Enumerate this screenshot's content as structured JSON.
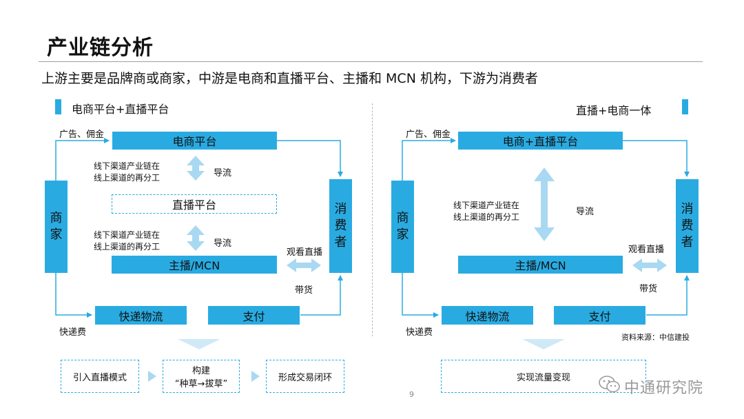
{
  "page": {
    "title": "产业链分析",
    "subtitle": "上游主要是品牌商或商家，中游是电商和直播平台、主播和 MCN 机构，下游为消费者",
    "page_number": "9",
    "source_note": "资料来源：中信建投",
    "watermark": "中通研究院"
  },
  "colors": {
    "accent": "#29abe2",
    "box_blue": "#29abe2",
    "arrow_light": "#a9d8f2",
    "line": "#29abe2"
  },
  "left": {
    "section_title": "电商平台+直播平台",
    "merchant": [
      "商",
      "家"
    ],
    "consumer": [
      "消",
      "费",
      "者"
    ],
    "ecommerce": "电商平台",
    "live_platform": "直播平台",
    "anchor": "主播/MCN",
    "express": "快递物流",
    "payment": "支付",
    "ad_label": "广告、佣金",
    "express_fee": "快递费",
    "note1": [
      "线下渠道产业链在",
      "线上渠道的再分工"
    ],
    "note2": [
      "线下渠道产业链在",
      "线上渠道的再分工"
    ],
    "guide1": "导流",
    "guide2": "导流",
    "watch": "观看直播",
    "sell": "带货",
    "steps": [
      {
        "lines": [
          "引入直播模式"
        ]
      },
      {
        "lines": [
          "构建",
          "“种草→拔草”"
        ]
      },
      {
        "lines": [
          "形成交易闭环"
        ]
      }
    ]
  },
  "right": {
    "section_title": "直播+电商一体",
    "merchant": [
      "商",
      "家"
    ],
    "consumer": [
      "消",
      "费",
      "者"
    ],
    "ecommerce": "电商+直播平台",
    "anchor": "主播/MCN",
    "express": "快递物流",
    "payment": "支付",
    "ad_label": "广告、佣金",
    "express_fee": "快递费",
    "note": [
      "线下渠道产业链在",
      "线上渠道的再分工"
    ],
    "guide": "导流",
    "watch": "观看直播",
    "sell": "带货",
    "result": "实现流量变现"
  }
}
